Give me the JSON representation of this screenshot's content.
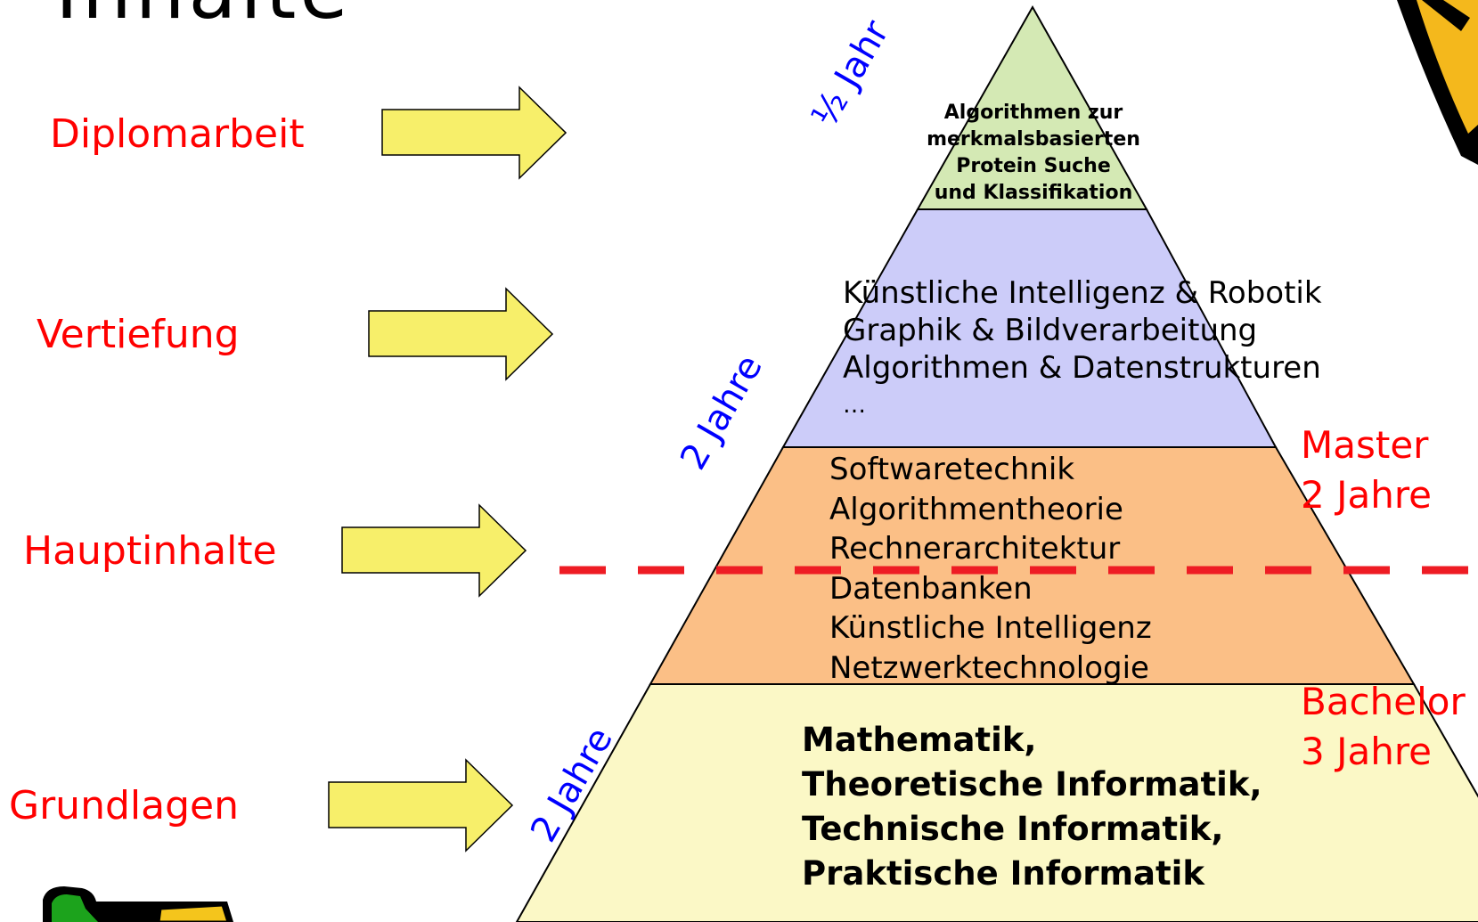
{
  "title": "Inhalte",
  "left_labels": {
    "diplomarbeit": "Diplomarbeit",
    "vertiefung": "Vertiefung",
    "hauptinhalte": "Hauptinhalte",
    "grundlagen": "Grundlagen"
  },
  "pyramid": {
    "top": [
      "Algorithmen zur",
      "merkmalsbasierten",
      "Protein Suche",
      "und Klassifikation"
    ],
    "upper": [
      "Künstliche Intelligenz & Robotik",
      "Graphik & Bildverarbeitung",
      "Algorithmen & Datenstrukturen",
      "…"
    ],
    "middle": [
      "Softwaretechnik",
      "Algorithmentheorie",
      "Rechnerarchitektur",
      "Datenbanken",
      "Künstliche Intelligenz",
      "Netzwerktechnologie"
    ],
    "base": [
      "Mathematik,",
      "Theoretische Informatik,",
      "Technische Informatik,",
      "Praktische Informatik"
    ]
  },
  "durations": {
    "top": "½ Jahr",
    "middle": "2 Jahre",
    "base": "2 Jahre"
  },
  "degrees": {
    "master": [
      "Master",
      "2 Jahre"
    ],
    "bachelor": [
      "Bachelor",
      "3 Jahre"
    ]
  },
  "colors": {
    "label_red": "#ff0000",
    "duration_blue": "#0000ff",
    "arrow_fill": "#f7ef6a",
    "top_fill": "#d4e9b4",
    "upper_fill": "#ccccf9",
    "middle_fill": "#fbbf86",
    "base_fill": "#fbf8c6"
  }
}
